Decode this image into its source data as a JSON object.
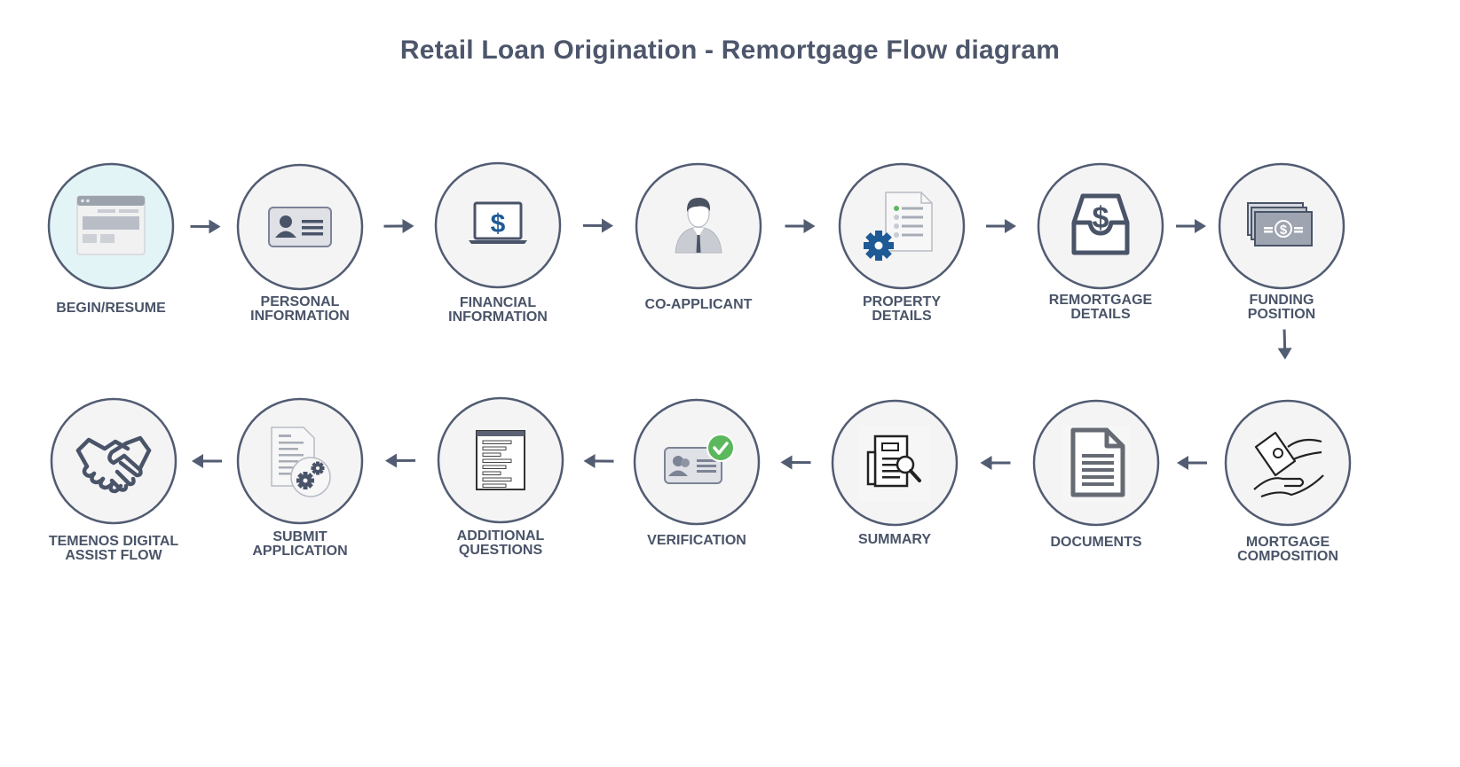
{
  "title": "Retail Loan Origination - Remortgage Flow diagram",
  "colors": {
    "circle_stroke": "#525c72",
    "circle_fill": "#f4f4f5",
    "highlight_fill": "#e2f4f6",
    "arrow": "#525c72",
    "icon_dark": "#4a5468",
    "icon_blue": "#1e5a96",
    "check_green": "#5cb85c"
  },
  "steps": [
    {
      "id": "begin-resume",
      "icon": "browser-window-icon",
      "label_lines": [
        "BEGIN/RESUME"
      ],
      "highlight": true
    },
    {
      "id": "personal-information",
      "icon": "id-card-icon",
      "label_lines": [
        "PERSONAL",
        "INFORMATION"
      ]
    },
    {
      "id": "financial-information",
      "icon": "laptop-dollar-icon",
      "label_lines": [
        "FINANCIAL",
        "INFORMATION"
      ]
    },
    {
      "id": "co-applicant",
      "icon": "person-icon",
      "label_lines": [
        "CO-APPLICANT"
      ]
    },
    {
      "id": "property-details",
      "icon": "checklist-gear-icon",
      "label_lines": [
        "PROPERTY",
        "DETAILS"
      ]
    },
    {
      "id": "remortgage-details",
      "icon": "inbox-dollar-icon",
      "label_lines": [
        "REMORTGAGE",
        "DETAILS"
      ]
    },
    {
      "id": "funding-position",
      "icon": "banknotes-icon",
      "label_lines": [
        "FUNDING",
        "POSITION"
      ]
    },
    {
      "id": "mortgage-composition",
      "icon": "money-hand-icon",
      "label_lines": [
        "MORTGAGE",
        "COMPOSITION"
      ]
    },
    {
      "id": "documents",
      "icon": "document-icon",
      "label_lines": [
        "DOCUMENTS"
      ]
    },
    {
      "id": "summary",
      "icon": "document-search-icon",
      "label_lines": [
        "SUMMARY"
      ]
    },
    {
      "id": "verification",
      "icon": "verified-card-icon",
      "label_lines": [
        "VERIFICATION"
      ]
    },
    {
      "id": "additional-questions",
      "icon": "form-list-icon",
      "label_lines": [
        "ADDITIONAL",
        "QUESTIONS"
      ]
    },
    {
      "id": "submit-application",
      "icon": "document-gears-icon",
      "label_lines": [
        "SUBMIT",
        "APPLICATION"
      ]
    },
    {
      "id": "temenos-digital-assist-flow",
      "icon": "handshake-icon",
      "label_lines": [
        "TEMENOS DIGITAL",
        "ASSIST FLOW"
      ]
    }
  ],
  "connections": [
    {
      "from": "begin-resume",
      "to": "personal-information"
    },
    {
      "from": "personal-information",
      "to": "financial-information"
    },
    {
      "from": "financial-information",
      "to": "co-applicant"
    },
    {
      "from": "co-applicant",
      "to": "property-details"
    },
    {
      "from": "property-details",
      "to": "remortgage-details"
    },
    {
      "from": "remortgage-details",
      "to": "funding-position"
    },
    {
      "from": "funding-position",
      "to": "mortgage-composition"
    },
    {
      "from": "mortgage-composition",
      "to": "documents"
    },
    {
      "from": "documents",
      "to": "summary"
    },
    {
      "from": "summary",
      "to": "verification"
    },
    {
      "from": "verification",
      "to": "additional-questions"
    },
    {
      "from": "additional-questions",
      "to": "submit-application"
    },
    {
      "from": "submit-application",
      "to": "temenos-digital-assist-flow"
    }
  ]
}
